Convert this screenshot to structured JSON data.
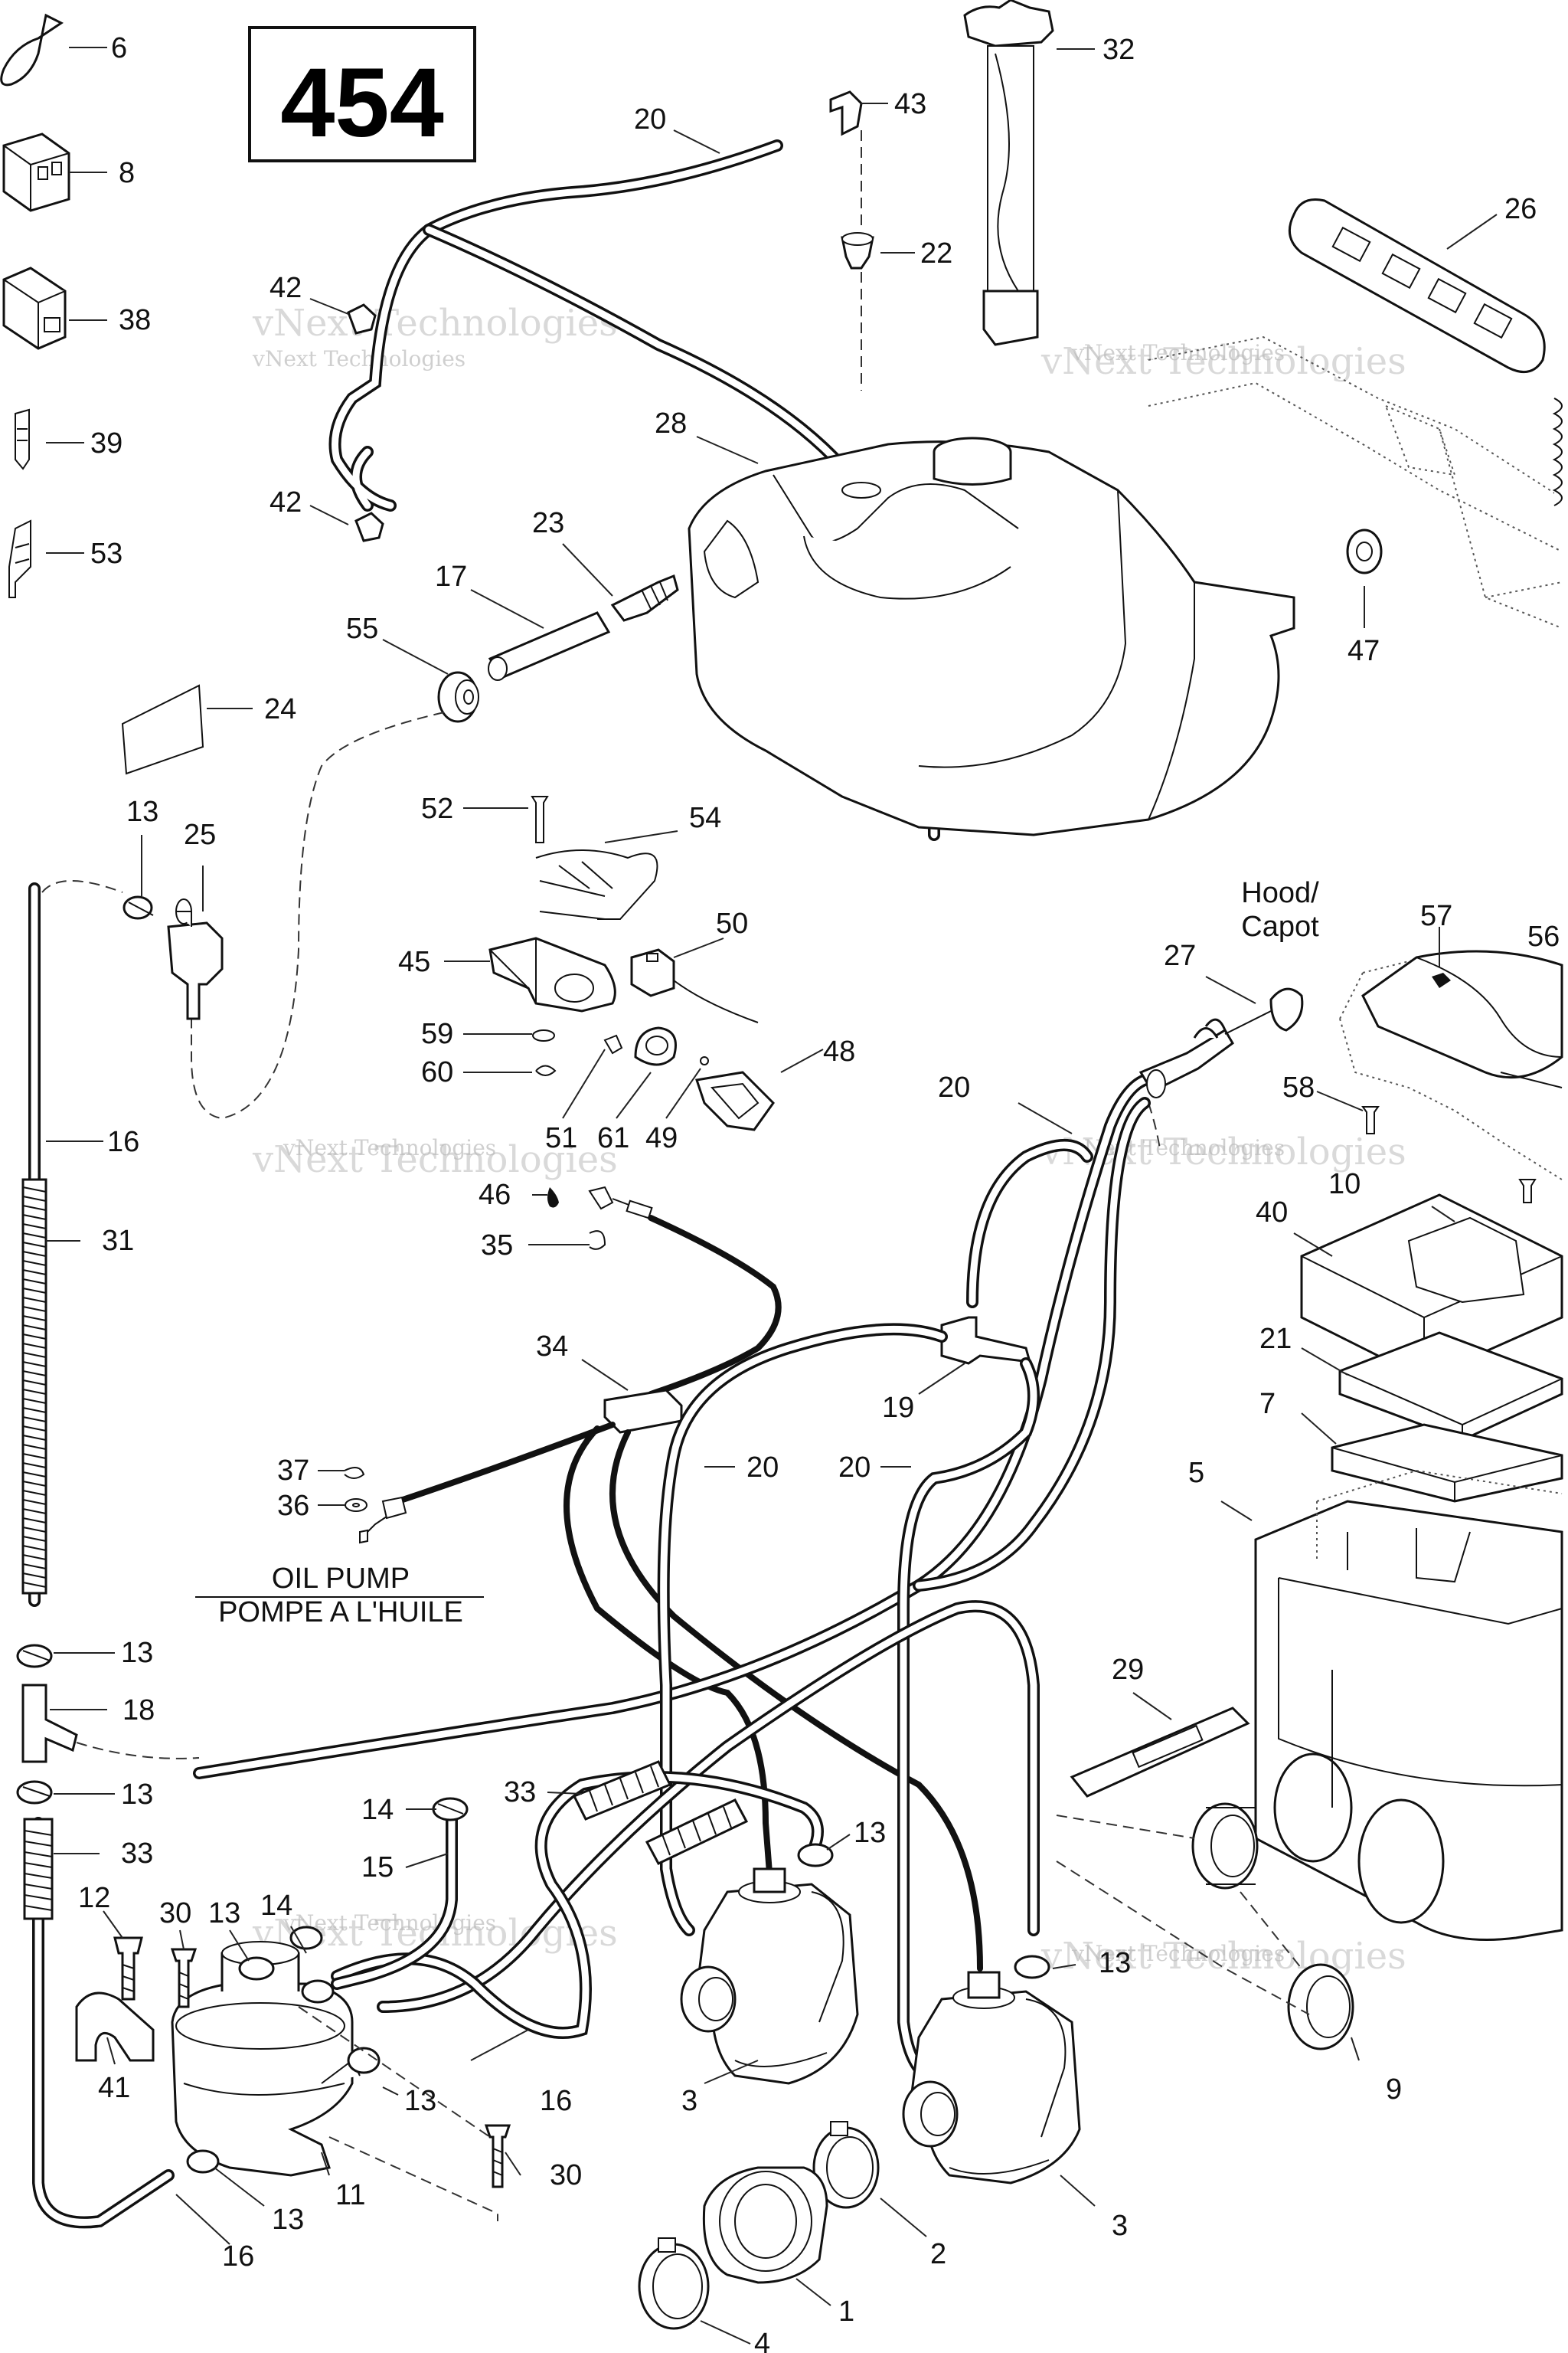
{
  "page_number": "454",
  "watermark_small": "vNext Technologies",
  "watermark_large": "vNext Technologies",
  "oil_pump_label_en": "OIL PUMP",
  "oil_pump_label_fr": "POMPE A L'HUILE",
  "hood_label": "Hood/",
  "capot_label": "Capot",
  "callouts": [
    "6",
    "8",
    "38",
    "39",
    "53",
    "32",
    "43",
    "20",
    "22",
    "26",
    "42",
    "42",
    "28",
    "23",
    "17",
    "55",
    "24",
    "47",
    "13",
    "25",
    "52",
    "54",
    "50",
    "45",
    "59",
    "60",
    "51",
    "61",
    "49",
    "48",
    "57",
    "56",
    "27",
    "58",
    "20",
    "16",
    "31",
    "46",
    "35",
    "10",
    "40",
    "34",
    "19",
    "20",
    "20",
    "21",
    "7",
    "5",
    "37",
    "36",
    "13",
    "18",
    "13",
    "33",
    "29",
    "14",
    "15",
    "12",
    "30",
    "13",
    "14",
    "13",
    "33",
    "13",
    "41",
    "16",
    "13",
    "13",
    "30",
    "3",
    "3",
    "11",
    "16",
    "2",
    "1",
    "4",
    "9"
  ]
}
